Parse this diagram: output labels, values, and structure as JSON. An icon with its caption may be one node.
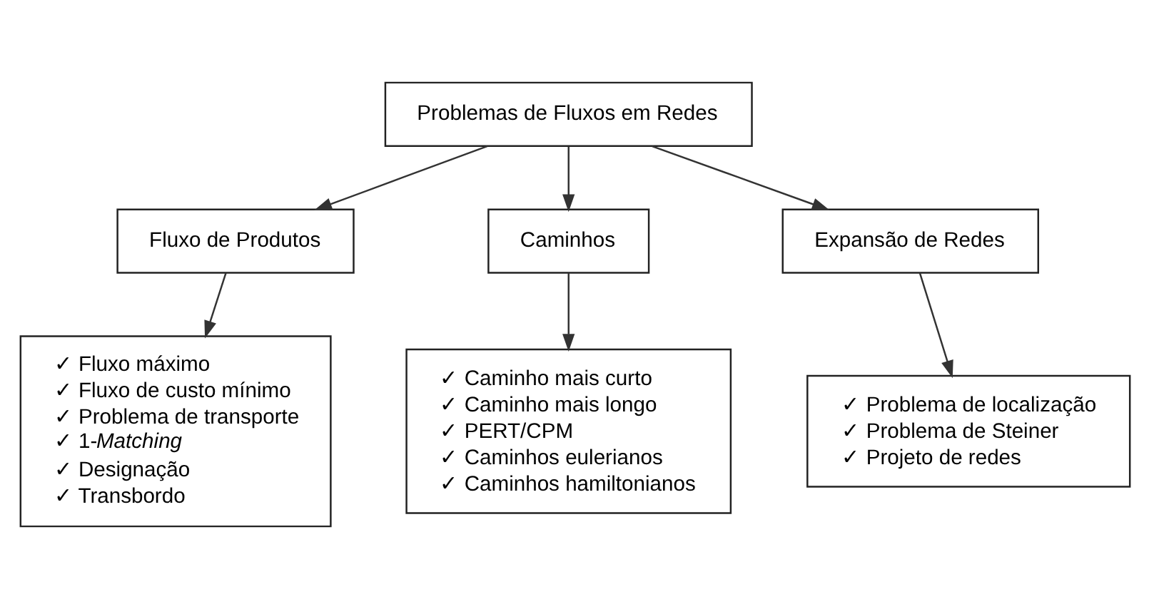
{
  "diagram": {
    "nodes": [
      {
        "text": [
          "Problemas de Fluxos em Redes"
        ]
      },
      {
        "text": [
          "Fluxo de Produtos"
        ]
      },
      {
        "text": [
          "Caminhos"
        ]
      },
      {
        "text": [
          "Expansão de Redes"
        ]
      },
      {
        "text": [
          "✓ Fluxo máximo",
          "✓ Fluxo de custo mínimo",
          "✓ Problema de transporte",
          "✓ 1-*Matching*",
          "✓ Designação",
          "✓ Transbordo"
        ]
      },
      {
        "text": [
          "✓ Caminho mais curto",
          "✓ Caminho mais longo",
          "✓ PERT/CPM",
          "✓ Caminhos eulerianos",
          "✓ Caminhos hamiltonianos"
        ]
      },
      {
        "text": [
          "✓ Problema de localização",
          "✓ Problema de Steiner",
          "✓ Projeto de redes"
        ]
      }
    ],
    "edges": [
      {
        "from": 0,
        "to": 1,
        "arrow": "to"
      },
      {
        "from": 0,
        "to": 2,
        "arrow": "to"
      },
      {
        "from": 0,
        "to": 3,
        "arrow": "to"
      },
      {
        "from": 1,
        "to": 4,
        "arrow": "to"
      },
      {
        "from": 2,
        "to": 5,
        "arrow": "to"
      },
      {
        "from": 3,
        "to": 6,
        "arrow": "to"
      }
    ]
  }
}
